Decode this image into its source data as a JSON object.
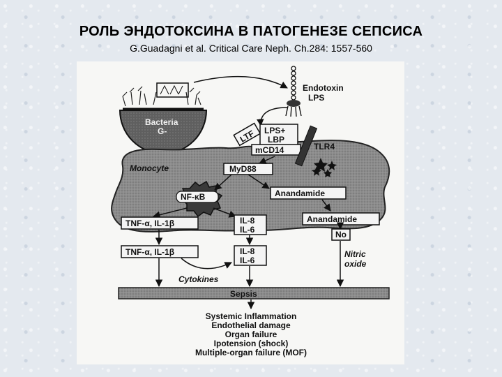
{
  "slide": {
    "title": "РОЛЬ ЭНДОТОКСИНА В ПАТОГЕНЕЗЕ СЕПСИСА",
    "subtitle": "G.Guadagni et al. Critical Care Neph. Ch.284: 1557-560"
  },
  "diagram": {
    "bacteria_label": "Bacteria",
    "bacteria_gram": "G-",
    "endotoxin_label": "Endotoxin",
    "lps_label": "LPS",
    "ltf_label": "LTF",
    "lps_lbp_label": "LPS+",
    "lbp_label": "LBP",
    "mcd14_label": "mCD14",
    "tlr4_label": "TLR4",
    "monocyte_label": "Monocyte",
    "myd88_label": "MyD88",
    "nfkb_label": "NF-κB",
    "anandamide_inner_label": "Anandamide",
    "anandamide_outer_label": "Anandamide",
    "no_label": "No",
    "tnf_inner_label": "TNF-α, IL-1β",
    "tnf_outer_label": "TNF-α, IL-1β",
    "il8_inner_label": "IL-8",
    "il6_inner_label": "IL-6",
    "il8_outer_label": "IL-8",
    "il6_outer_label": "IL-6",
    "nitric_label": "Nitric",
    "oxide_label": "oxide",
    "cytokines_label": "Cytokines",
    "sepsis_label": "Sepsis",
    "outcomes": [
      "Systemic Inflammation",
      "Endothelial damage",
      "Organ failure",
      "Ipotension (shock)",
      "Multiple-organ failure (MOF)"
    ]
  }
}
